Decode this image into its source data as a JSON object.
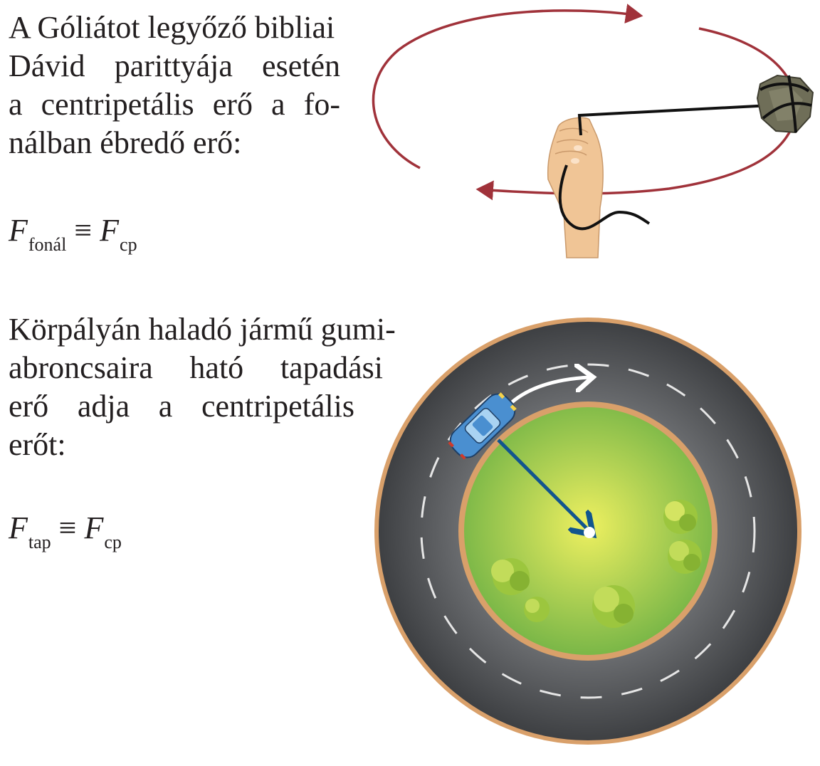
{
  "section1": {
    "lines": [
      "A Góliátot legyőző bibliai",
      "Dávid parittyája esetén",
      "a centripetális erő a fo-",
      "nálban ébredő erő:"
    ],
    "formula": {
      "lhs": "F",
      "lhs_sub": "fonál",
      "op": "≡",
      "rhs": "F",
      "rhs_sub": "cp"
    }
  },
  "section2": {
    "lines": [
      "Körpályán haladó jármű gumi-",
      "abroncsaira ható tapadási",
      "erő adja a centripetális",
      "erőt:"
    ],
    "formula": {
      "lhs": "F",
      "lhs_sub": "tap",
      "op": "≡",
      "rhs": "F",
      "rhs_sub": "cp"
    }
  },
  "colors": {
    "text": "#231f20",
    "orbit_arrow": "#a0323a",
    "road": "#4a4c4f",
    "road_border": "#dba06e",
    "grass_center": "#e8ee5a",
    "grass_edge": "#7fb848",
    "force_arrow": "#12558e",
    "car": "#4a8fd0",
    "skin": "#f2c79b",
    "rock": "#6e6d5a"
  }
}
